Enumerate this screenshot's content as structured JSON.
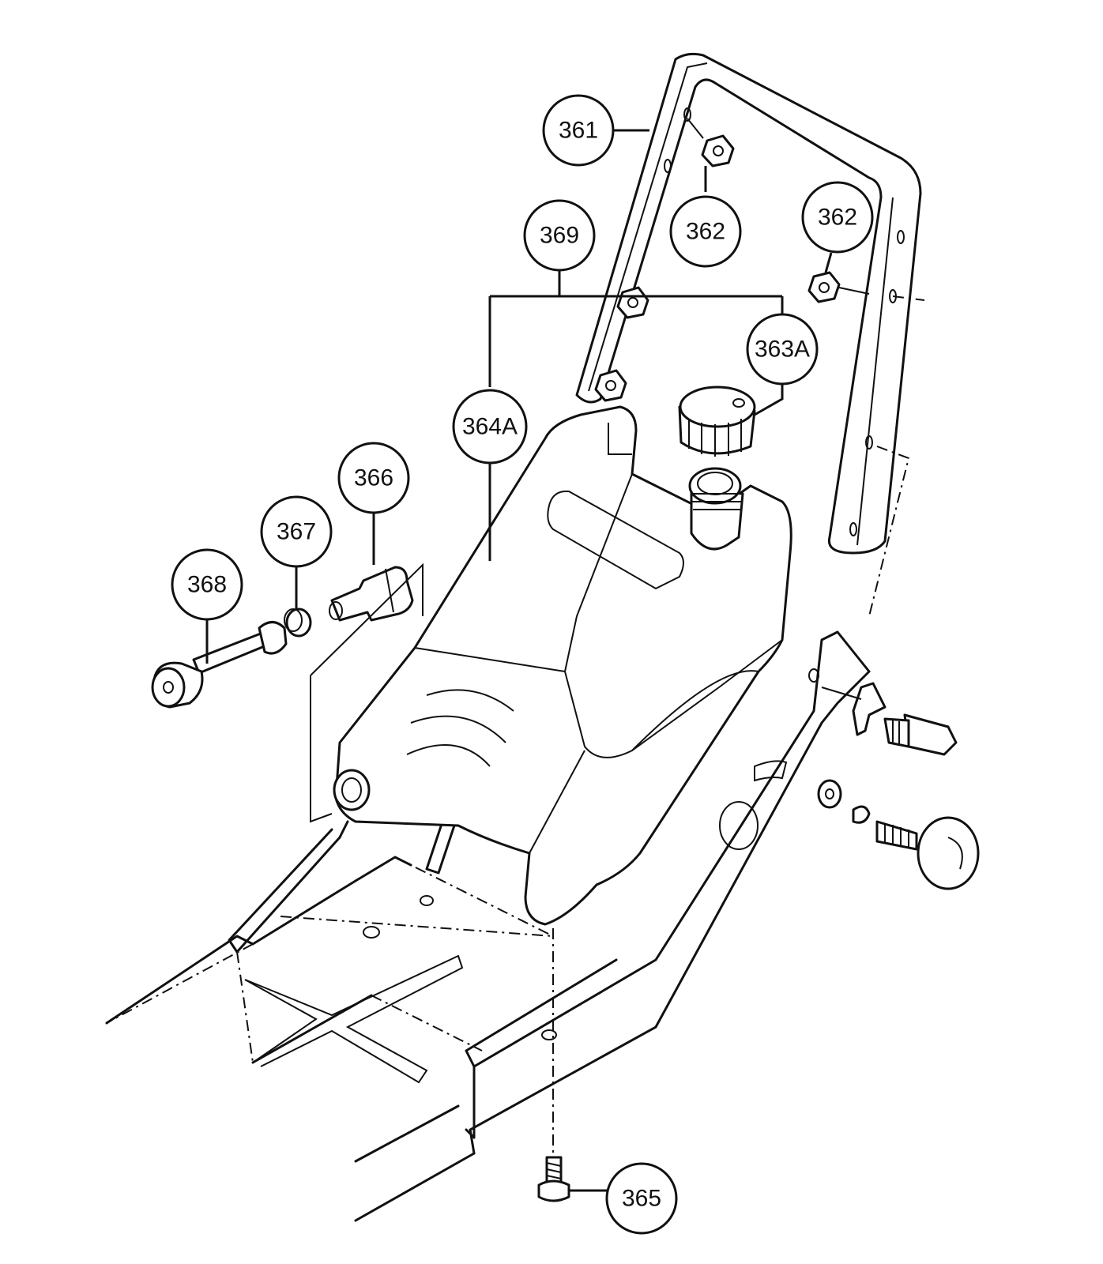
{
  "callouts": [
    {
      "id": "361",
      "label": "361"
    },
    {
      "id": "362a",
      "label": "362"
    },
    {
      "id": "362b",
      "label": "362"
    },
    {
      "id": "369",
      "label": "369"
    },
    {
      "id": "363A",
      "label": "363A"
    },
    {
      "id": "364A",
      "label": "364A"
    },
    {
      "id": "366",
      "label": "366"
    },
    {
      "id": "367",
      "label": "367"
    },
    {
      "id": "368",
      "label": "368"
    },
    {
      "id": "365",
      "label": "365"
    }
  ]
}
